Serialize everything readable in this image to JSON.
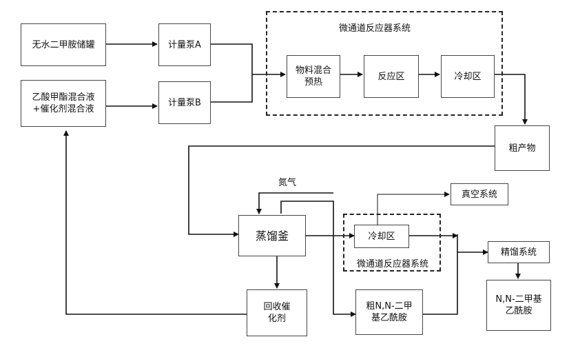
{
  "nodes": {
    "dmf_tank": "无水二甲胺储罐",
    "methyl_acetate_mix": "乙酸甲酯混合液+催化剂混合液",
    "pump_a": "计量泵A",
    "pump_b": "计量泵B",
    "mix_preheat": "物料混合预热",
    "reaction_zone": "反应区",
    "cooling_zone_1": "冷却区",
    "crude_product": "粗产物",
    "still": "蒸馏釜",
    "cooling_zone_2": "冷却区",
    "vacuum_system": "真空系统",
    "rectification_system": "精馏系统",
    "crude_dmac": "粗N,N-二甲基乙酰胺",
    "dmac": "N,N-二甲基乙酰胺",
    "recovered_catalyst": "回收催化剂"
  },
  "groups": {
    "microchannel_reactor_top": "微通道反应器系统",
    "microchannel_reactor_bottom": "微通道反应器系统"
  },
  "labels": {
    "nitrogen": "氮气"
  }
}
